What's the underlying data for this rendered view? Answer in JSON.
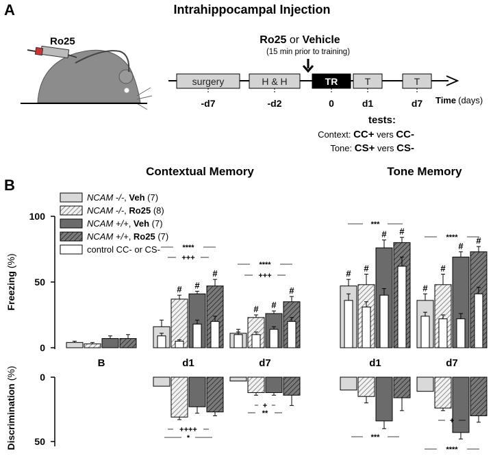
{
  "panel_a": {
    "letter": "A",
    "title": "Intrahippocampal Injection",
    "syringe_label": "Ro25",
    "injection_label_bold1": "Ro25",
    "injection_label_or": " or ",
    "injection_label_bold2": "Vehicle",
    "injection_note": "(15 min prior to training)",
    "timeline_boxes": [
      "surgery",
      "H & H",
      "TR",
      "T",
      "T"
    ],
    "timeline_days": [
      "-d7",
      "-d2",
      "0",
      "d1",
      "d7"
    ],
    "axis_label": "Time",
    "axis_unit": "(days)",
    "tests_label": "tests:",
    "context_prefix": "Context: ",
    "context_plus": "CC+",
    "context_vers": " vers ",
    "context_minus": "CC-",
    "tone_prefix": "Tone: ",
    "tone_plus": "CS+",
    "tone_vers": " vers ",
    "tone_minus": "CS-"
  },
  "panel_b": {
    "letter": "B",
    "title_context": "Contextual Memory",
    "title_tone": "Tone Memory",
    "legend": [
      {
        "italic": "NCAM -/-",
        "sep": ", ",
        "bold": "Veh",
        "count": " (7)",
        "style": "light"
      },
      {
        "italic": "NCAM -/-",
        "sep": ", ",
        "bold": "Ro25",
        "count": " (8)",
        "style": "light-hatch"
      },
      {
        "italic": "NCAM +/+",
        "sep": ", ",
        "bold": "Veh",
        "count": " (7)",
        "style": "dark"
      },
      {
        "italic": "NCAM +/+",
        "sep": ", ",
        "bold": "Ro25",
        "count": " (7)",
        "style": "dark-hatch"
      },
      {
        "italic": "",
        "sep": "",
        "bold": "",
        "count": "control CC- or CS-",
        "style": "white"
      }
    ],
    "freezing_label": "Freezing",
    "freezing_unit": "(%)",
    "freezing_ticks": [
      "0",
      "50",
      "100"
    ],
    "disc_label": "Discrimination",
    "disc_unit": "(%)",
    "disc_ticks": [
      "0",
      "50"
    ],
    "group_labels": [
      "B",
      "d1",
      "d7",
      "d1",
      "d7"
    ]
  },
  "colors": {
    "light": "#d9d9d9",
    "dark": "#6b6b6b",
    "white": "#ffffff",
    "box": "#d3d3d3",
    "tr": "#000000"
  },
  "chart_data": [
    {
      "type": "bar",
      "title": "Contextual Memory",
      "ylabel": "Freezing (%)",
      "ylim": [
        0,
        100
      ],
      "categories": [
        "B",
        "d1",
        "d7"
      ],
      "series": [
        {
          "name": "NCAM -/-, Veh (7)",
          "values": [
            4,
            16,
            11
          ],
          "errors": [
            1,
            5,
            3
          ]
        },
        {
          "name": "NCAM -/-, Ro25 (8)",
          "values": [
            3,
            37,
            23
          ],
          "errors": [
            1,
            3,
            2
          ]
        },
        {
          "name": "NCAM +/+, Veh (7)",
          "values": [
            7,
            41,
            26
          ],
          "errors": [
            2,
            2,
            2
          ]
        },
        {
          "name": "NCAM +/+, Ro25 (7)",
          "values": [
            7,
            47,
            35
          ],
          "errors": [
            3,
            5,
            4
          ]
        }
      ],
      "controls": [
        {
          "name": "control CC- or CS-",
          "values": [
            null,
            9,
            10,
            null,
            5,
            10,
            null,
            18,
            14,
            null,
            20,
            20
          ],
          "errors": [
            null,
            2,
            2,
            null,
            1,
            2,
            null,
            3,
            2,
            null,
            4,
            3
          ]
        }
      ],
      "hash_marks": {
        "d1": [
          false,
          true,
          true,
          true
        ],
        "d7": [
          false,
          true,
          true,
          true
        ]
      },
      "annotations": [
        {
          "group": "d1",
          "text": "****"
        },
        {
          "group": "d1",
          "text": "+++"
        },
        {
          "group": "d7",
          "text": "****"
        },
        {
          "group": "d7",
          "text": "+++"
        }
      ]
    },
    {
      "type": "bar",
      "title": "Tone Memory",
      "ylabel": "Freezing (%)",
      "ylim": [
        0,
        100
      ],
      "categories": [
        "d1",
        "d7"
      ],
      "series": [
        {
          "name": "NCAM -/-, Veh (7)",
          "values": [
            47,
            36
          ],
          "errors": [
            5,
            5
          ]
        },
        {
          "name": "NCAM -/-, Ro25 (8)",
          "values": [
            48,
            48
          ],
          "errors": [
            8,
            8
          ]
        },
        {
          "name": "NCAM +/+, Veh (7)",
          "values": [
            76,
            69
          ],
          "errors": [
            6,
            4
          ]
        },
        {
          "name": "NCAM +/+, Ro25 (7)",
          "values": [
            80,
            73
          ],
          "errors": [
            4,
            4
          ]
        }
      ],
      "controls": [
        {
          "name": "control CC- or CS-",
          "values": [
            36,
            31,
            40,
            62,
            24,
            22,
            22,
            41
          ],
          "errors": [
            5,
            4,
            5,
            7,
            3,
            3,
            4,
            5
          ]
        }
      ],
      "hash_marks": {
        "d1": [
          true,
          true,
          true,
          true
        ],
        "d7": [
          true,
          true,
          true,
          true
        ]
      },
      "annotations": [
        {
          "group": "d1",
          "text": "***"
        },
        {
          "group": "d7",
          "text": "****"
        }
      ]
    },
    {
      "type": "bar",
      "title": "",
      "ylabel": "Discrimination (%)",
      "ylim": [
        0,
        50
      ],
      "categories": [
        "d1",
        "d7",
        "d1",
        "d7"
      ],
      "series": [
        {
          "name": "NCAM -/-, Veh (7)",
          "values": [
            7,
            3,
            10,
            11
          ],
          "errors": [
            0,
            0,
            0,
            0
          ]
        },
        {
          "name": "NCAM -/-, Ro25 (8)",
          "values": [
            31,
            12,
            15,
            24
          ],
          "errors": [
            2,
            2,
            5,
            2
          ]
        },
        {
          "name": "NCAM +/+, Veh (7)",
          "values": [
            23,
            12,
            34,
            43
          ],
          "errors": [
            5,
            2,
            6,
            5
          ]
        },
        {
          "name": "NCAM +/+, Ro25 (7)",
          "values": [
            27,
            14,
            16,
            30
          ],
          "errors": [
            3,
            8,
            10,
            5
          ]
        }
      ],
      "annotations": [
        {
          "group": "context-d1",
          "text": "++++"
        },
        {
          "group": "context-d1",
          "text": "*"
        },
        {
          "group": "context-d7",
          "text": "+"
        },
        {
          "group": "context-d7",
          "text": "**"
        },
        {
          "group": "tone-d1",
          "text": "***"
        },
        {
          "group": "tone-d7",
          "text": "+"
        },
        {
          "group": "tone-d7",
          "text": "****"
        }
      ]
    }
  ]
}
